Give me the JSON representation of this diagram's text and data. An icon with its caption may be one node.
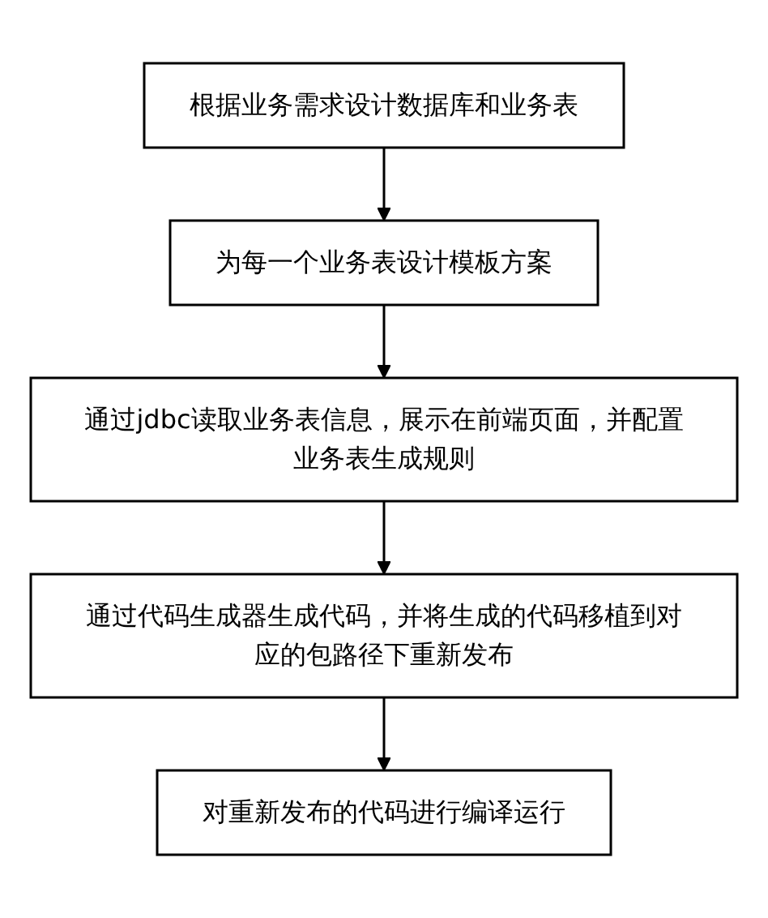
{
  "diagram": {
    "nodes": [
      {
        "text": [
          "根据业务需求设计数据库和业务表"
        ]
      },
      {
        "text": [
          "为每一个业务表设计模板方案"
        ]
      },
      {
        "text": [
          "通过jdbc读取业务表信息，展示在前端页面，并配置业务表生成规则"
        ]
      },
      {
        "text": [
          "通过代码生成器生成代码，并将生成的代码移植到对应的包路径下重新发布"
        ]
      },
      {
        "text": [
          "对重新发布的代码进行编译运行"
        ]
      }
    ],
    "edges": [
      {
        "from": 0,
        "to": 1,
        "arrow": "to"
      },
      {
        "from": 1,
        "to": 2,
        "arrow": "to"
      },
      {
        "from": 2,
        "to": 3,
        "arrow": "to"
      },
      {
        "from": 3,
        "to": 4,
        "arrow": "to"
      }
    ]
  }
}
